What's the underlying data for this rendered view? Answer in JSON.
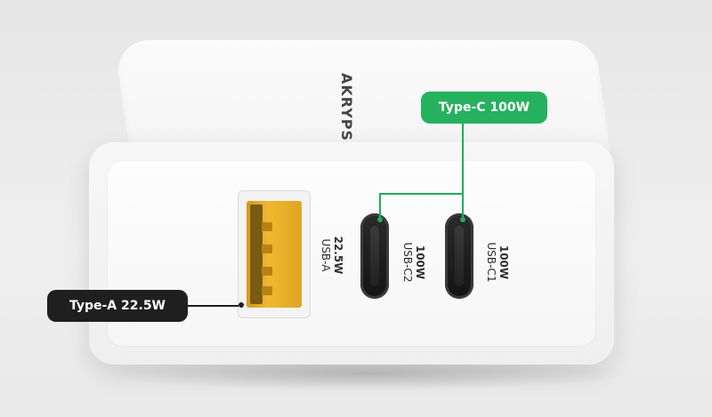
{
  "brand": "AKRYPS",
  "ports": [
    {
      "id": "usb-a",
      "power": "22.5W",
      "name": "USB-A"
    },
    {
      "id": "usb-c2",
      "power": "100W",
      "name": "USB-C2"
    },
    {
      "id": "usb-c1",
      "power": "100W",
      "name": "USB-C1"
    }
  ],
  "callouts": {
    "type_c": "Type-C 100W",
    "type_a": "Type-A 22.5W"
  },
  "colors": {
    "accent_green": "#26b15f",
    "callout_dark": "#1f1f1f",
    "port_usba": "#f0b82f",
    "port_usbc": "#1a1a1a"
  }
}
